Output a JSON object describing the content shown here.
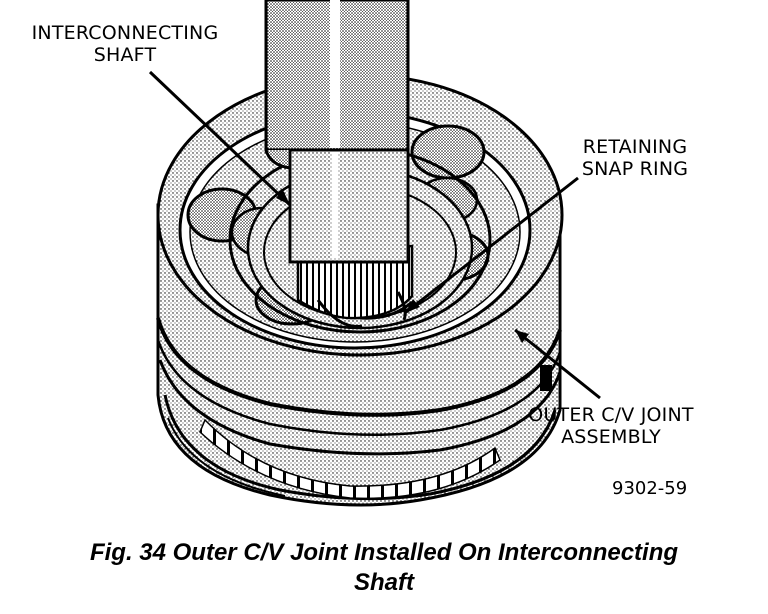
{
  "labels": {
    "interconnecting_shaft": [
      "INTERCONNECTING",
      "SHAFT"
    ],
    "retaining_snap_ring": [
      "RETAINING",
      "SNAP RING"
    ],
    "outer_cv_joint_assembly": [
      "OUTER C/V JOINT",
      "ASSEMBLY"
    ]
  },
  "figure_number": "9302-59",
  "caption": [
    "Fig. 34 Outer C/V Joint Installed On Interconnecting",
    "Shaft"
  ]
}
